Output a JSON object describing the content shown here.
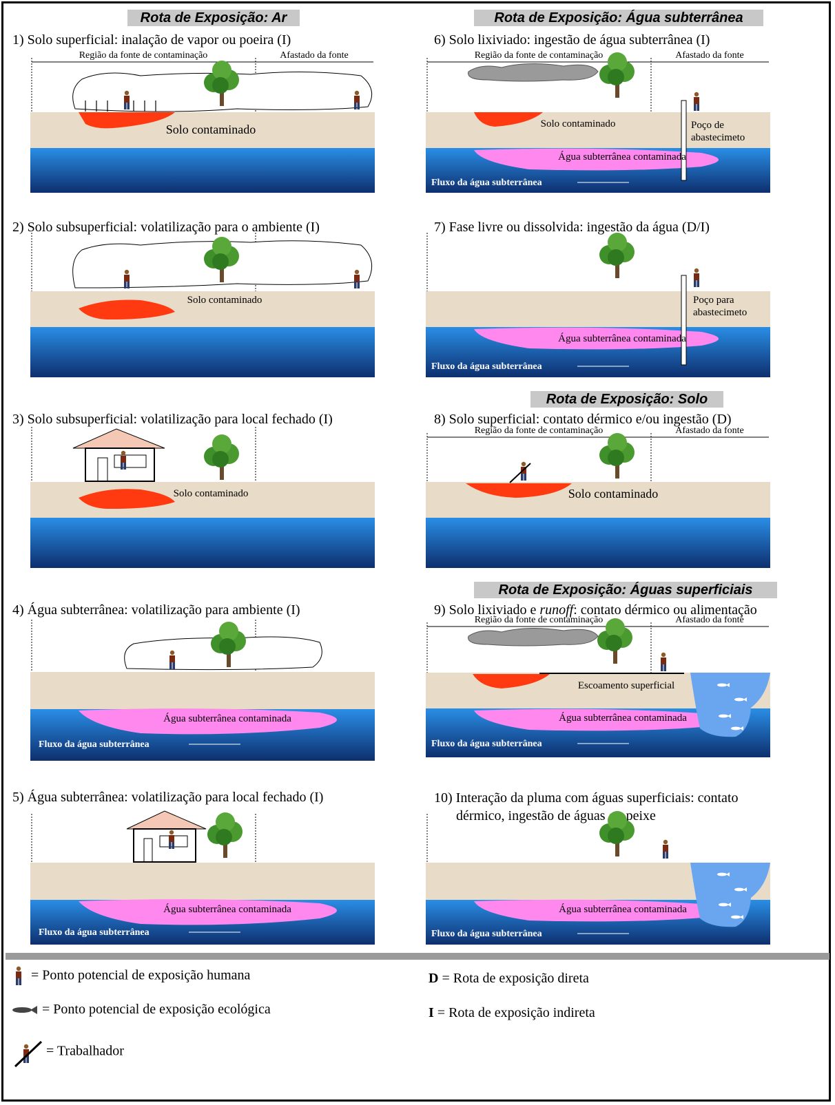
{
  "headers": {
    "ar": "Rota de Exposição: Ar",
    "agua_subterranea": "Rota de Exposição: Água subterrânea",
    "solo": "Rota de Exposição: Solo",
    "aguas_superficiais": "Rota de Exposição: Águas superficiais"
  },
  "panels": {
    "p1": {
      "caption": "1) Solo superficial: inalação de vapor ou poeira (I)",
      "region_source": "Região da fonte de contaminação",
      "region_away": "Afastado da fonte",
      "soil_label": "Solo contaminado"
    },
    "p2": {
      "caption": "2) Solo subsuperficial: volatilização para o ambiente (I)",
      "soil_label": "Solo contaminado"
    },
    "p3": {
      "caption": "3) Solo subsuperficial: volatilização para local fechado (I)",
      "soil_label": "Solo contaminado"
    },
    "p4": {
      "caption": "4) Água subterrânea: volatilização para ambiente (I)",
      "plume_label": "Água subterrânea contaminada",
      "flow_label": "Fluxo da água subterrânea"
    },
    "p5": {
      "caption": "5) Água subterrânea: volatilização para local fechado (I)",
      "plume_label": "Água subterrânea contaminada",
      "flow_label": "Fluxo da água subterrânea"
    },
    "p6": {
      "caption": "6) Solo lixiviado: ingestão de água subterrânea (I)",
      "region_source": "Região da fonte de contaminação",
      "region_away": "Afastado da fonte",
      "soil_label": "Solo contaminado",
      "well_label_1": "Poço de",
      "well_label_2": "abastecimeto",
      "plume_label": "Água subterrânea contaminada",
      "flow_label": "Fluxo da água subterrânea"
    },
    "p7": {
      "caption": "7) Fase livre ou dissolvida: ingestão da água (D/I)",
      "well_label_1": "Poço para",
      "well_label_2": "abastecimeto",
      "plume_label": "Água subterrânea contaminada",
      "flow_label": "Fluxo da água subterrânea"
    },
    "p8": {
      "caption": "8) Solo superficial: contato dérmico e/ou ingestão (D)",
      "region_source": "Região da fonte de contaminação",
      "region_away": "Afastado da fonte",
      "soil_label": "Solo contaminado"
    },
    "p9": {
      "caption_pre": "9) Solo lixiviado e ",
      "caption_italic": "runoff",
      "caption_post": ": contato dérmico ou alimentação",
      "region_source": "Região da fonte de contaminação",
      "region_away": "Afastado da fonte",
      "runoff_label": "Escoamento superficial",
      "plume_label": "Água subterrânea contaminada",
      "flow_label": "Fluxo da água subterrânea"
    },
    "p10": {
      "caption_line1": "10) Interação da pluma com águas superficiais: contato",
      "caption_line2": "dérmico, ingestão de águas ou peixe",
      "plume_label": "Água subterrânea contaminada",
      "flow_label": "Fluxo da água subterrânea"
    }
  },
  "legend": {
    "human": "= Ponto potencial de exposição humana",
    "eco": "= Ponto potencial de exposição ecológica",
    "worker": "= Trabalhador",
    "direct_key": "D",
    "direct_text": "= Rota de exposição direta",
    "indirect_key": "I",
    "indirect_text": "= Rota de exposição indireta"
  },
  "colors": {
    "soil": "#e8dcc8",
    "water_top": "#2a8ee6",
    "water_bottom": "#0d2f6e",
    "contamination": "#ff3a10",
    "plume": "#ff88ee",
    "surface_water": "#6aa6f0",
    "header_bg": "#c8c8c8"
  }
}
